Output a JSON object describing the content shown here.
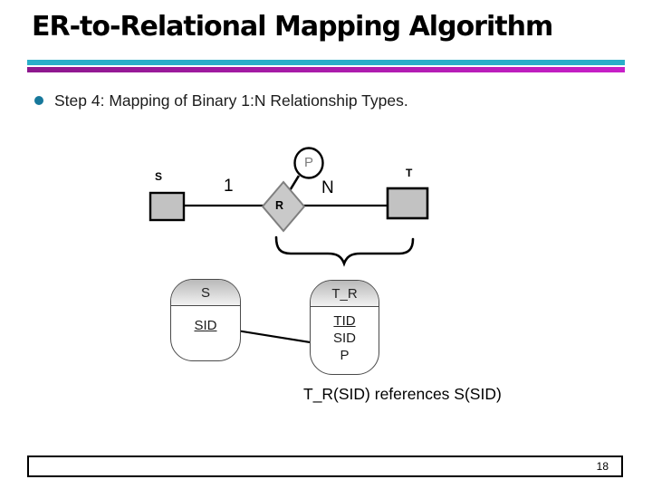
{
  "slide": {
    "title": "ER-to-Relational Mapping Algorithm",
    "bullet_text": "Step 4: Mapping of Binary 1:N Relationship Types.",
    "page_number": "18"
  },
  "colors": {
    "accent_cyan": "#2aaec9",
    "accent_purple_start": "#8d188d",
    "accent_purple_end": "#c81fc8",
    "bullet_dot": "#17789b",
    "er_shape_fill": "#c2c2c2"
  },
  "er_diagram": {
    "entity_left": "S",
    "cardinality_left": "1",
    "relationship": "R",
    "attribute": "P",
    "cardinality_right": "N",
    "entity_right": "T"
  },
  "relations": {
    "s_table": {
      "name": "S",
      "attributes": [
        "SID"
      ]
    },
    "tr_table": {
      "name": "T_R",
      "attributes": [
        "TID",
        "SID",
        "P"
      ]
    }
  },
  "caption": "T_R(SID) references S(SID)"
}
